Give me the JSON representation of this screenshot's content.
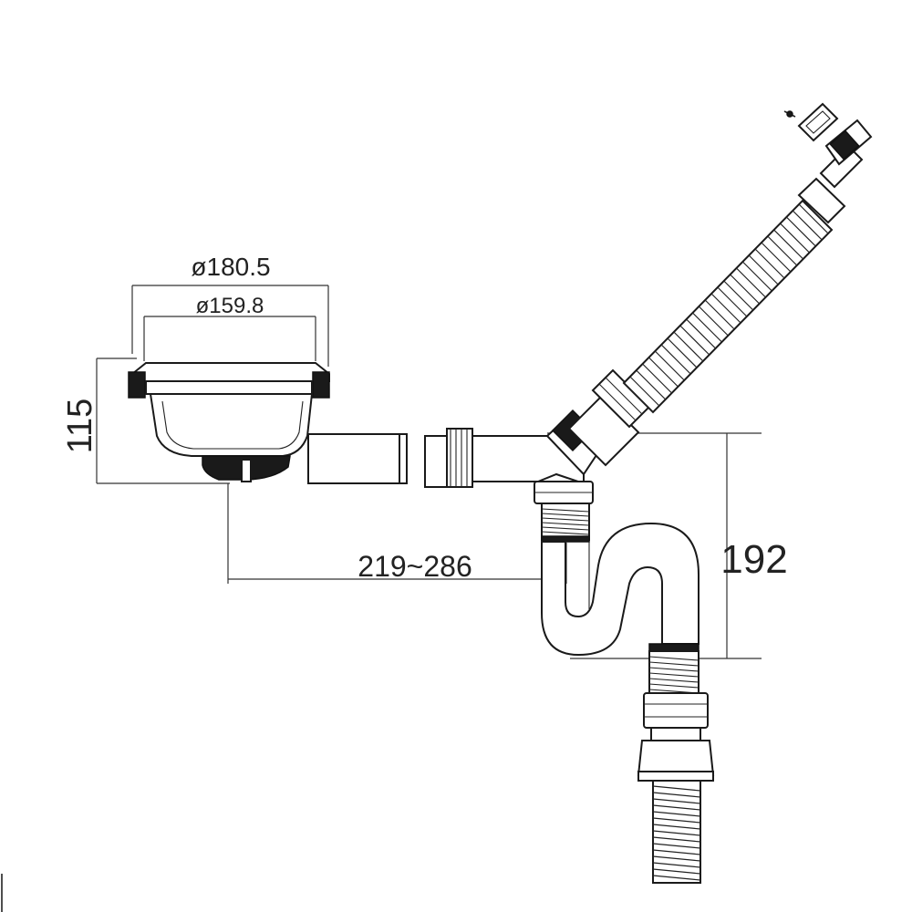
{
  "dimensions": {
    "outer_diameter": "ø180.5",
    "inner_diameter": "ø159.8",
    "height": "115",
    "offset_range": "219~286",
    "trap_height": "192"
  }
}
